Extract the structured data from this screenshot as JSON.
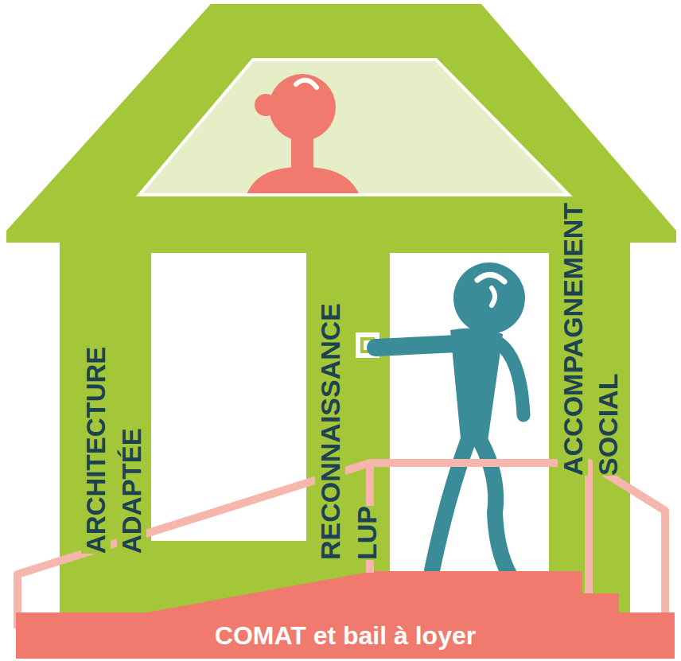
{
  "diagram": {
    "nodes": [
      {
        "text": [
          "ARCHITECTURE ADAPTÉE"
        ]
      },
      {
        "text": [
          "RECONNAISSANCE LUP"
        ]
      },
      {
        "text": [
          "ACCOMPAGNEMENT SOCIAL"
        ]
      },
      {
        "text": [
          "COMAT et bail à loyer"
        ]
      }
    ]
  }
}
